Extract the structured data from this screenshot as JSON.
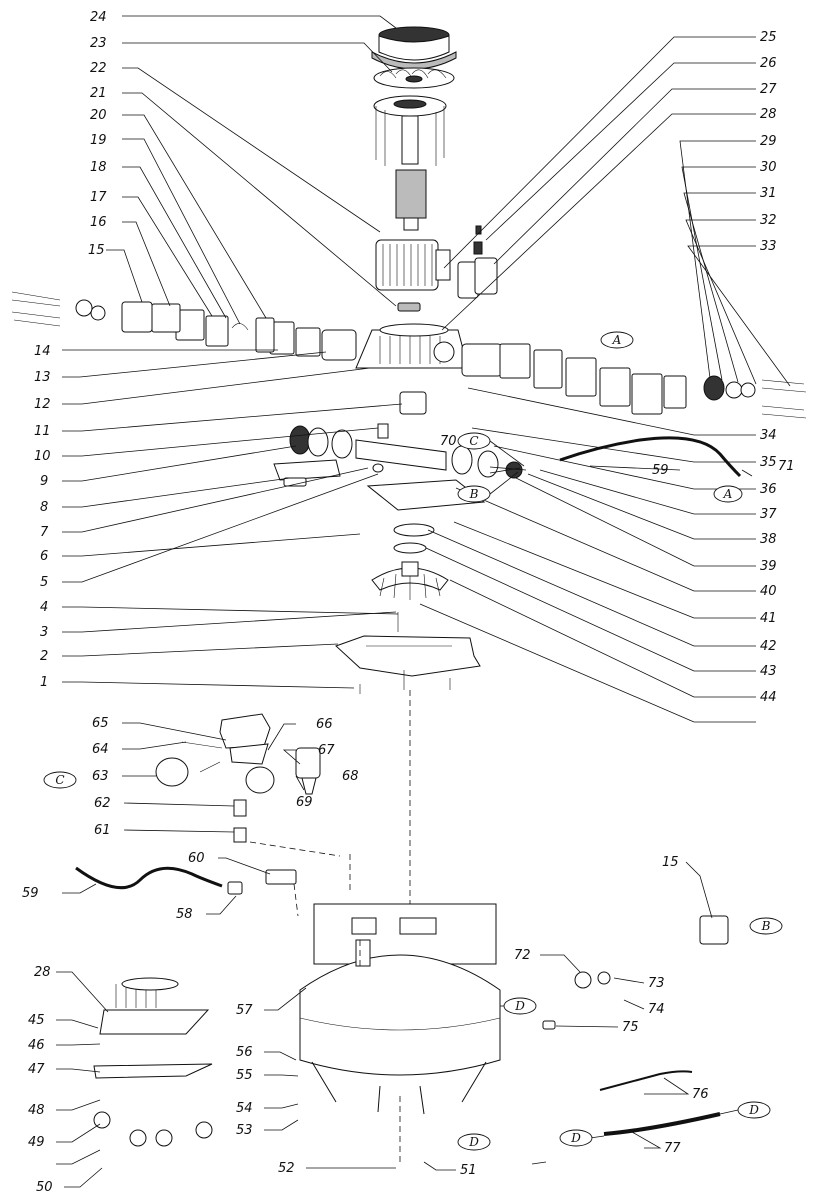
{
  "callouts": [
    "1",
    "2",
    "3",
    "4",
    "5",
    "6",
    "7",
    "8",
    "9",
    "10",
    "11",
    "12",
    "13",
    "14",
    "15",
    "16",
    "17",
    "18",
    "19",
    "20",
    "21",
    "22",
    "23",
    "24",
    "25",
    "26",
    "27",
    "28",
    "29",
    "30",
    "31",
    "32",
    "33",
    "34",
    "35",
    "36",
    "37",
    "38",
    "39",
    "40",
    "41",
    "42",
    "43",
    "44",
    "45",
    "46",
    "47",
    "48",
    "49",
    "50",
    "51",
    "52",
    "53",
    "54",
    "55",
    "56",
    "57",
    "58",
    "59",
    "60",
    "61",
    "62",
    "63",
    "64",
    "65",
    "66",
    "67",
    "68",
    "69",
    "70",
    "71",
    "72",
    "73",
    "74",
    "75",
    "76",
    "77"
  ],
  "connectors": {
    "A": "A",
    "B": "B",
    "C": "C",
    "D": "D"
  },
  "duplicate_callouts": {
    "p15b": "15",
    "p28b": "28",
    "p59b": "59"
  }
}
